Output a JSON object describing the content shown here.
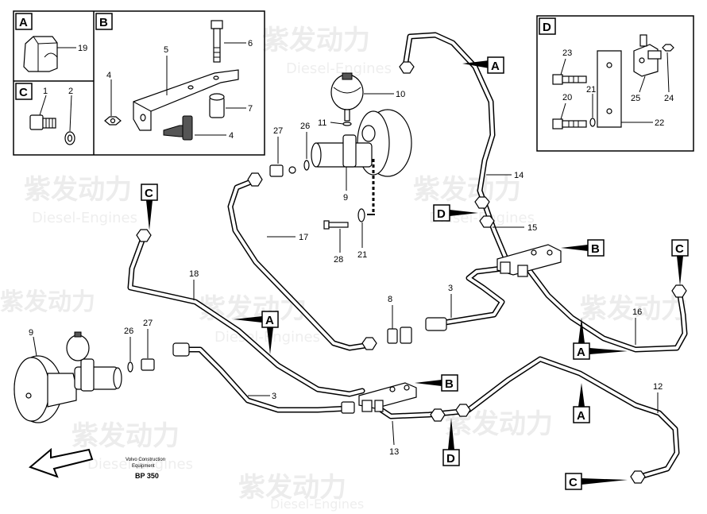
{
  "panels": {
    "A": "A",
    "B": "B",
    "C": "C",
    "D": "D"
  },
  "numbers": {
    "n1": "1",
    "n2": "2",
    "n3a": "3",
    "n3b": "3",
    "n4a": "4",
    "n4b": "4",
    "n5": "5",
    "n6": "6",
    "n7": "7",
    "n8": "8",
    "n9a": "9",
    "n9b": "9",
    "n10": "10",
    "n11": "11",
    "n12": "12",
    "n13": "13",
    "n14": "14",
    "n15": "15",
    "n16": "16",
    "n17": "17",
    "n18": "18",
    "n19": "19",
    "n20": "20",
    "n21a": "21",
    "n21b": "21",
    "n22": "22",
    "n23": "23",
    "n24": "24",
    "n25": "25",
    "n26a": "26",
    "n26b": "26",
    "n27a": "27",
    "n27b": "27",
    "n28": "28"
  },
  "callouts": {
    "a1": "A",
    "a2": "A",
    "a3": "A",
    "a4": "A",
    "b1": "B",
    "b2": "B",
    "c1": "C",
    "c2": "C",
    "c3": "C",
    "d1": "D",
    "d2": "D"
  },
  "footer": {
    "brand_line1": "Volvo Construction",
    "brand_line2": "Equipment",
    "code": "BP 350"
  },
  "watermark": {
    "cn": "紫发动力",
    "en": "Diesel-Engines"
  }
}
